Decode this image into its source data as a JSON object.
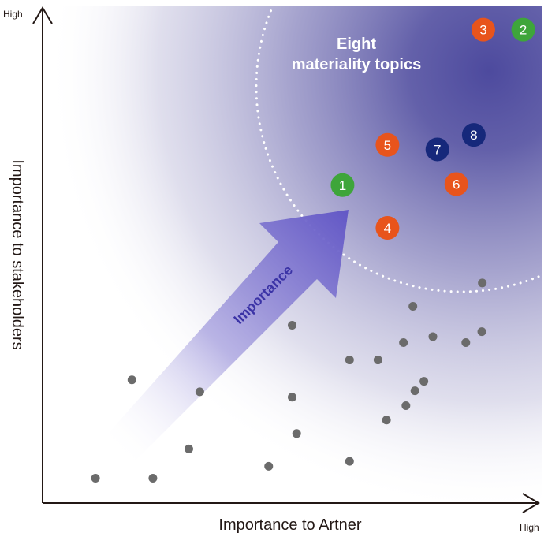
{
  "chart_data": {
    "type": "scatter",
    "title": "",
    "xlabel": "Importance to Artner",
    "ylabel": "Importance to stakeholders",
    "x_high_label": "High",
    "y_high_label": "High",
    "xlim": [
      0,
      100
    ],
    "ylim": [
      0,
      100
    ],
    "grid": false,
    "legend": "none",
    "highlight_region_label_line1": "Eight",
    "highlight_region_label_line2": "materiality topics",
    "arrow_label": "Importance",
    "colors": {
      "environment": "#3ea53a",
      "social": "#e8541c",
      "governance": "#16287b",
      "other": "#6b6b6b",
      "region": "#4b4a9c",
      "arrow": "#6b63c4",
      "axis": "#231815"
    },
    "topics": [
      {
        "label": "1",
        "group": "environment",
        "x": 60.1,
        "y": 64.0
      },
      {
        "label": "2",
        "group": "environment",
        "x": 96.3,
        "y": 95.3
      },
      {
        "label": "3",
        "group": "social",
        "x": 88.3,
        "y": 95.3
      },
      {
        "label": "4",
        "group": "social",
        "x": 69.1,
        "y": 55.4
      },
      {
        "label": "5",
        "group": "social",
        "x": 69.1,
        "y": 72.1
      },
      {
        "label": "6",
        "group": "social",
        "x": 82.9,
        "y": 64.2
      },
      {
        "label": "7",
        "group": "governance",
        "x": 79.1,
        "y": 71.2
      },
      {
        "label": "8",
        "group": "governance",
        "x": 86.4,
        "y": 74.1
      }
    ],
    "other_topics": [
      {
        "x": 10.6,
        "y": 5.0
      },
      {
        "x": 22.1,
        "y": 5.0
      },
      {
        "x": 17.9,
        "y": 24.8
      },
      {
        "x": 31.5,
        "y": 22.4
      },
      {
        "x": 29.3,
        "y": 10.9
      },
      {
        "x": 45.3,
        "y": 7.4
      },
      {
        "x": 50.9,
        "y": 14.0
      },
      {
        "x": 50.0,
        "y": 21.3
      },
      {
        "x": 50.0,
        "y": 35.8
      },
      {
        "x": 61.5,
        "y": 28.8
      },
      {
        "x": 61.5,
        "y": 8.4
      },
      {
        "x": 67.2,
        "y": 28.8
      },
      {
        "x": 68.9,
        "y": 16.7
      },
      {
        "x": 72.8,
        "y": 19.6
      },
      {
        "x": 74.6,
        "y": 22.6
      },
      {
        "x": 76.4,
        "y": 24.5
      },
      {
        "x": 72.3,
        "y": 32.3
      },
      {
        "x": 74.2,
        "y": 39.6
      },
      {
        "x": 78.2,
        "y": 33.5
      },
      {
        "x": 84.8,
        "y": 32.3
      },
      {
        "x": 88.0,
        "y": 34.5
      },
      {
        "x": 88.1,
        "y": 44.3
      }
    ]
  }
}
